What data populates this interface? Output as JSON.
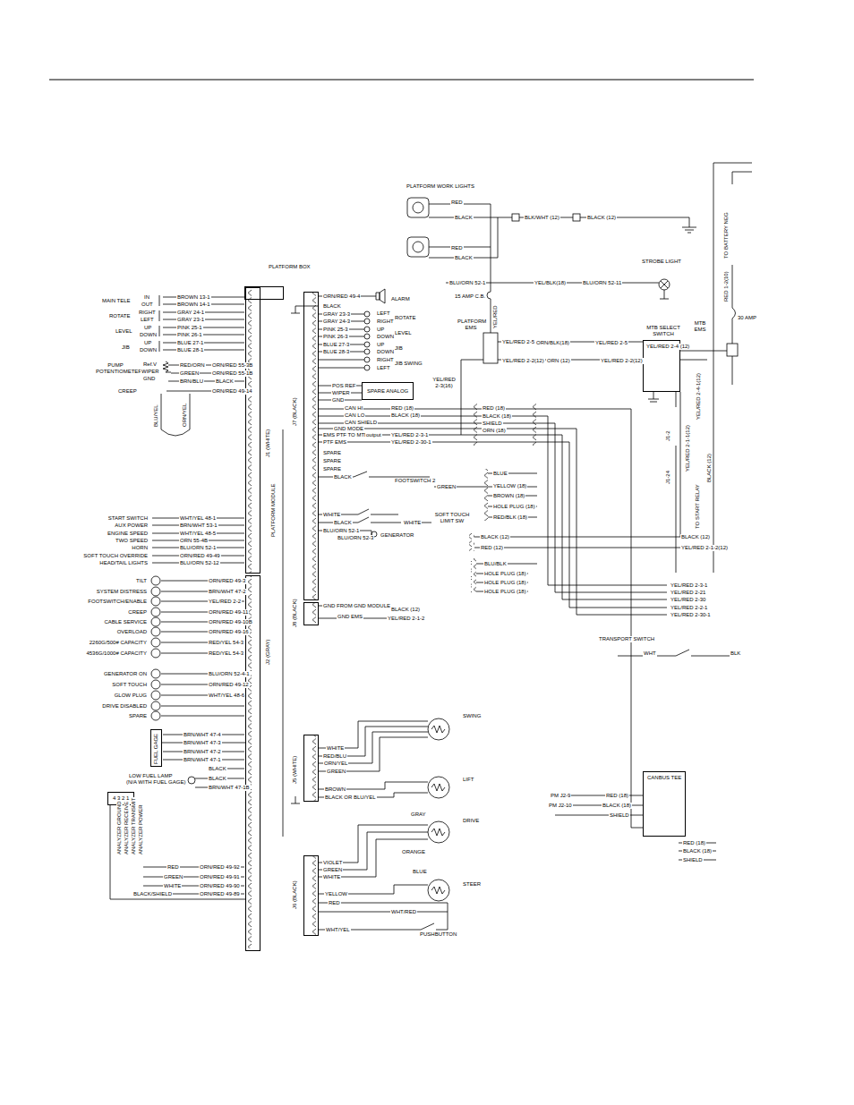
{
  "diagram": {
    "nodes": [
      {
        "text": [
          "PLATFORM BOX",
          "PLATFORM MODULE"
        ]
      },
      {
        "text": [
          "J1 (WHITE)"
        ],
        "in": 0
      },
      {
        "text": [
          "J2 (GRAY)"
        ],
        "in": 0
      },
      {
        "text": [
          "J7 (BLACK)"
        ],
        "in": 0
      },
      {
        "text": [
          "J8 (BLACK)"
        ],
        "in": 0
      },
      {
        "text": [
          "J5 (WHITE)"
        ],
        "in": 0
      },
      {
        "text": [
          "J6 (BLACK)"
        ],
        "in": 0
      },
      {
        "text": [
          "SPARE ANALOG"
        ]
      },
      {
        "text": [
          "MTB SELECT SWITCH"
        ]
      },
      {
        "text": [
          "FUEL GAGE"
        ]
      },
      {
        "text": [
          "CANBUS TEE"
        ]
      },
      {
        "text": [
          "4 3 2 1"
        ]
      }
    ],
    "edges": [
      {
        "from": 3,
        "to": 10,
        "arrow": "none"
      },
      {
        "from": 9,
        "to": 2,
        "arrow": "none"
      },
      {
        "from": 11,
        "to": 2,
        "arrow": "none"
      }
    ],
    "labels": [
      "PLATFORM WORK LIGHTS",
      "RED",
      "BLACK",
      "RED",
      "BLACK",
      "BLK/WHT (12)",
      "BLACK (12)",
      "STROBE LIGHT",
      "BLU/ORN 52-1",
      "YEL/BLK(18)",
      "BLU/ORN 52-11",
      "15 AMP C.B.",
      "YEL/RED",
      "PLATFORM EMS",
      "YEL/RED 2-5",
      "ORN/BLK(18)",
      "YEL/RED 2-5",
      "YEL/RED 2-4 (12)",
      "MTB EMS",
      "YEL/RED 2-2(12)",
      "ORN (12)",
      "YEL/RED 2-2(12)",
      "YEL/RED 2-3(16)",
      "TO BATTERY NEG",
      "RED 1-2(10)",
      "30 AMP",
      "J1-2",
      "J1-24",
      "YEL/RED 2-4-1(12)",
      "YEL/RED 2-1-1(12)",
      "BLACK (12)",
      "TO START RELAY",
      "MAIN TELE",
      "IN",
      "OUT",
      "ROTATE",
      "RIGHT",
      "LEFT",
      "LEVEL",
      "UP",
      "DOWN",
      "JIB",
      "UP",
      "DOWN",
      "BROWN 13-1",
      "BROWN 14-1",
      "GRAY 24-1",
      "GRAY 23-1",
      "PINK 25-1",
      "PINK 26-1",
      "BLUE 27-1",
      "BLUE 28-1",
      "PUMP POTENTIOMETER",
      "Ref.V",
      "WIPER",
      "GND",
      "RED/ORN",
      "ORN/RED 55-3B",
      "GREEN",
      "ORN/RED 55-1B",
      "BRN/BLU",
      "BLACK",
      "CREEP",
      "ORN/RED 49-14",
      "BLU/YEL",
      "ORN/YEL",
      "START SWITCH",
      "AUX POWER",
      "ENGINE SPEED",
      "TWO SPEED",
      "HORN",
      "SOFT TOUCH OVERRIDE",
      "HEAD/TAIL LIGHTS",
      "WHT/YEL 48-1",
      "BRN/WHT 53-1",
      "WHT/YEL 48-5",
      "ORN 55-4B",
      "BLU/ORN 52-1",
      "ORN/RED 49-49",
      "BLU/ORN 52-12",
      "TILT",
      "SYSTEM DISTRESS",
      "FOOTSWITCH/ENABLE",
      "CREEP",
      "CABLE SERVICE",
      "OVERLOAD",
      "2260G/500# CAPACITY",
      "4536G/1000# CAPACITY",
      "GENERATOR ON",
      "SOFT TOUCH",
      "GLOW PLUG",
      "DRIVE DISABLED",
      "SPARE",
      "ORN/RED 49-3",
      "BRN/WHT 47-2",
      "YEL/RED 2-2",
      "ORN/RED 49-11",
      "ORN/RED 49-10B",
      "ORN/RED 49-16",
      "RED/YEL 54-3",
      "RED/YEL 54-3",
      "BLU/ORN 52-4-1",
      "ORN/RED 49-12",
      "WHT/YEL 48-6",
      "BRN/WHT 47-4",
      "BRN/WHT 47-3",
      "BRN/WHT 47-2",
      "BRN/WHT 47-1",
      "BLACK",
      "LOW FUEL LAMP",
      "(N/A WITH FUEL GAGE)",
      "BLACK",
      "BRN/WHT 47-1B",
      "ANALYZER GROUND",
      "ANALYZER RECEIVE",
      "ANALYZER TRANSMIT",
      "ANALYZER POWER",
      "RED",
      "ORN/RED 49-92",
      "GREEN",
      "ORN/RED 49-91",
      "WHITE",
      "ORN/RED 49-90",
      "BLACK/SHIELD",
      "ORN/RED 49-89",
      "ORN/RED 49-4",
      "ALARM",
      "BLACK",
      "GRAY 23-3",
      "LEFT",
      "GRAY 24-3",
      "RIGHT",
      "ROTATE",
      "PINK 25-3",
      "UP",
      "PINK 26-3",
      "DOWN",
      "LEVEL",
      "BLUE 27-3",
      "UP",
      "BLUE 28-3",
      "DOWN",
      "JIB",
      "RIGHT",
      "LEFT",
      "JIB SWING",
      "POS REF",
      "WIPER",
      "GND",
      "CAN HI",
      "RED (18)",
      "CAN LO",
      "BLACK (18)",
      "CAN SHIELD",
      "GND MODE",
      "EMS PTF TO MTB",
      "output",
      "YEL/RED 2-3-1",
      "PTF EMS",
      "YEL/RED 2-30-1",
      "SPARE",
      "SPARE",
      "SPARE",
      "BLACK",
      "FOOTSWITCH 2",
      "GREEN",
      "WHITE",
      "BLACK",
      "WHITE",
      "SOFT TOUCH LIMIT SW",
      "BLU/ORN 52-1",
      "BLU/ORN 52-3",
      "GENERATOR",
      "RED (18)",
      "BLACK (18)",
      "SHIELD",
      "ORN (18)",
      "BLUE",
      "YELLOW (18)",
      "BROWN (18)",
      "HOLE PLUG (18)",
      "RED/BLK (18)",
      "BLACK (12)",
      "RED (12)",
      "BLU/BLK",
      "HOLE PLUG (18)",
      "HOLE PLUG (18)",
      "HOLE PLUG (18)",
      "BLACK (12)",
      "YEL/RED 2-1-2(12)",
      "YEL/RED 2-3-1",
      "YEL/RED 2-21",
      "YEL/RED 2-30",
      "YEL/RED 2-2-1",
      "YEL/RED 2-30-1",
      "GND FROM GND MODULE",
      "BLACK (12)",
      "GND EMS",
      "YEL/RED 2-1-2",
      "TRANSPORT SWITCH",
      "WHT",
      "BLK",
      "PM J2-9",
      "RED (18)",
      "PM J2-10",
      "BLACK (18)",
      "SHIELD",
      "RED (18)",
      "BLACK (18)",
      "SHIELD",
      "WHITE",
      "RED/BLU",
      "ORN/YEL",
      "GREEN",
      "BROWN",
      "BLACK OR BLU/YEL",
      "SWING",
      "LIFT",
      "GRAY",
      "DRIVE",
      "ORANGE",
      "VIOLET",
      "GREEN",
      "WHITE",
      "BLUE",
      "STEER",
      "YELLOW",
      "RED",
      "WHT/RED",
      "WHT/YEL",
      "PUSHBUTTON"
    ]
  }
}
